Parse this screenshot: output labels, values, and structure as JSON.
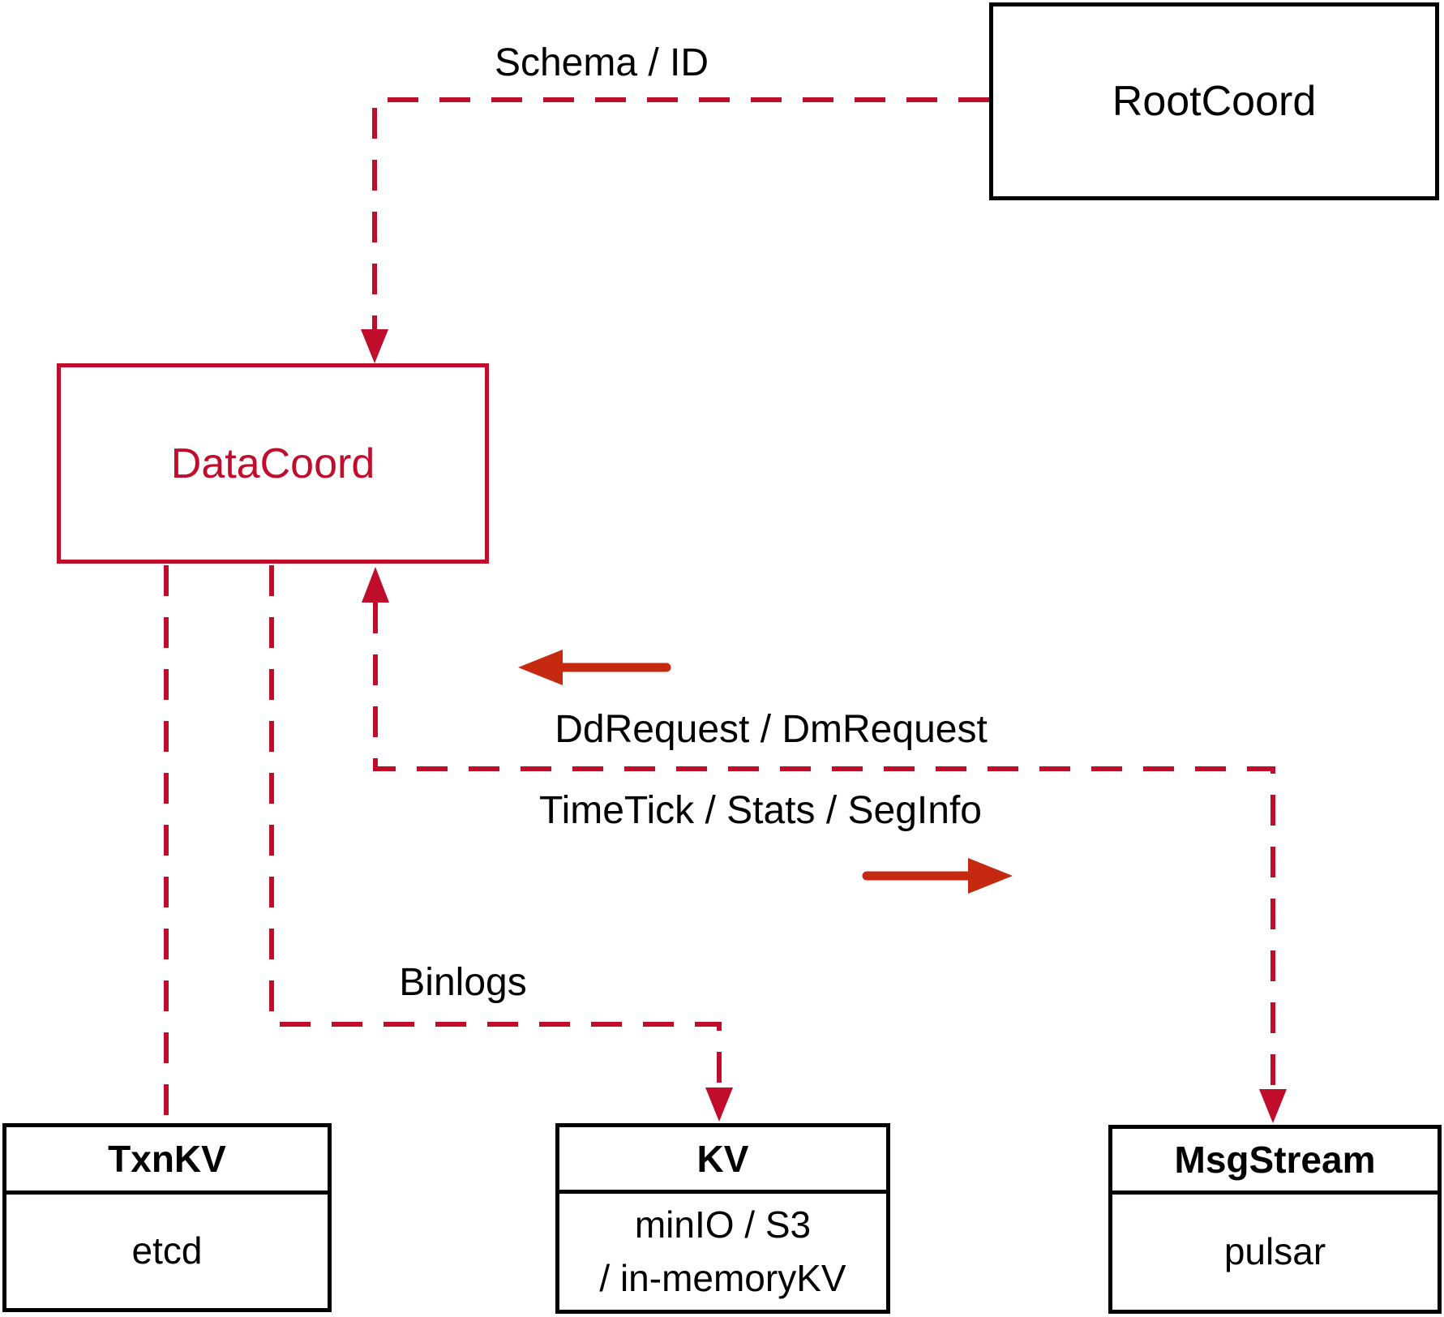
{
  "colors": {
    "crimson": "#bf0d2b",
    "arrow_red": "#c52a10",
    "ink": "#000000"
  },
  "nodes": {
    "root_coord": {
      "label": "RootCoord"
    },
    "data_coord": {
      "label": "DataCoord"
    },
    "txn_kv": {
      "title": "TxnKV",
      "body": "etcd"
    },
    "kv": {
      "title": "KV",
      "body_line1": "minIO / S3",
      "body_line2": "/ in-memoryKV"
    },
    "msg_stream": {
      "title": "MsgStream",
      "body": "pulsar"
    }
  },
  "edge_labels": {
    "schema_id": "Schema / ID",
    "dd_dm_request": "DdRequest / DmRequest",
    "timetick_stats_seginfo": "TimeTick / Stats / SegInfo",
    "binlogs": "Binlogs"
  }
}
